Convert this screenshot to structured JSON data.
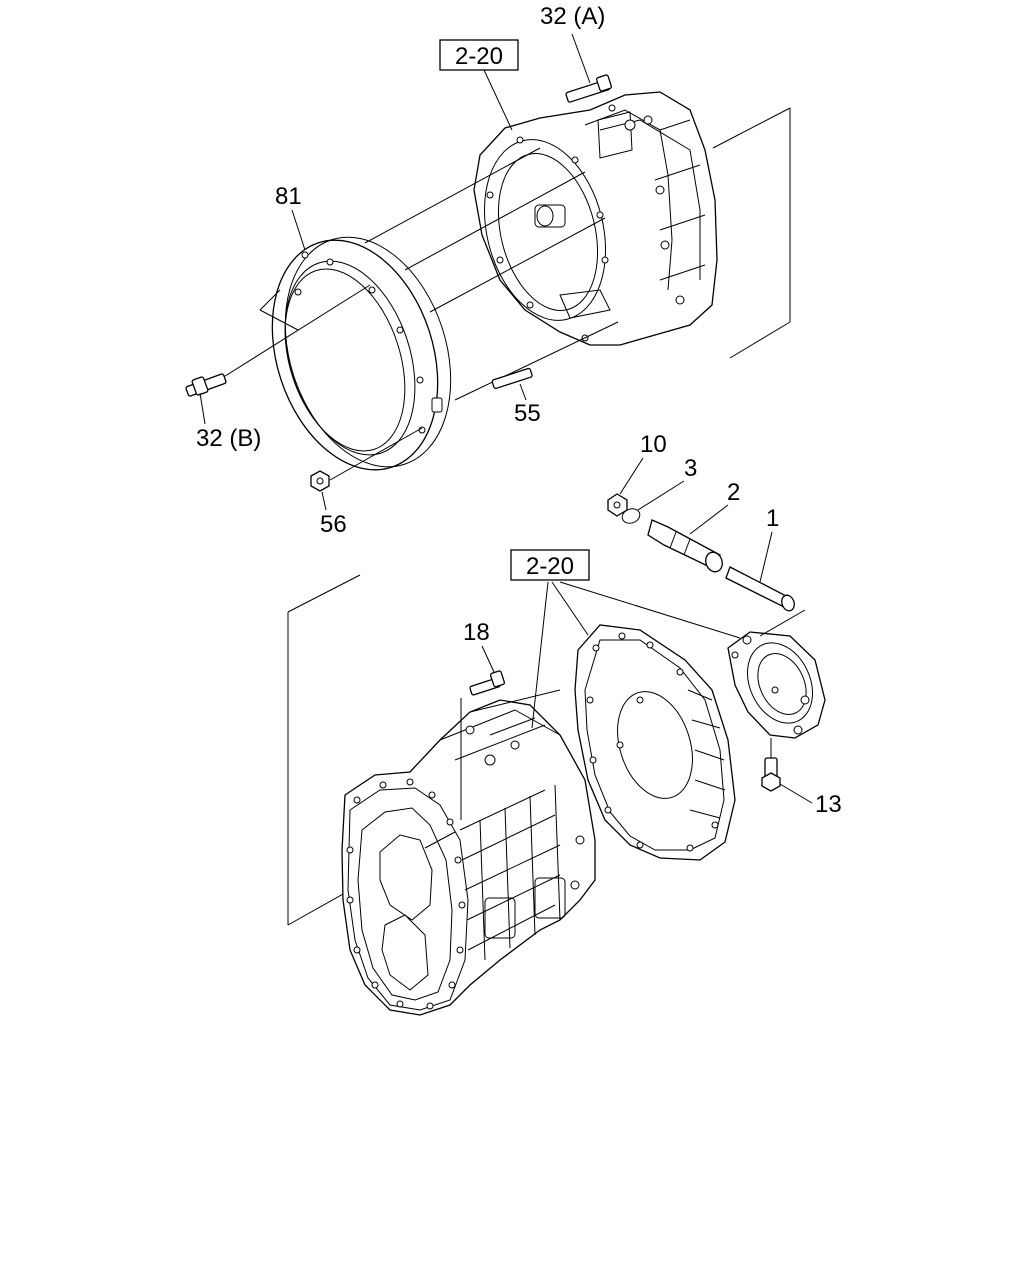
{
  "diagram": {
    "ref_labels": [
      "2-20",
      "2-20"
    ],
    "callouts": {
      "p32a": "32 (A)",
      "p81": "81",
      "p32b": "32 (B)",
      "p55": "55",
      "p56": "56",
      "p10": "10",
      "p3": "3",
      "p2": "2",
      "p1": "1",
      "p18": "18",
      "p13": "13"
    }
  }
}
